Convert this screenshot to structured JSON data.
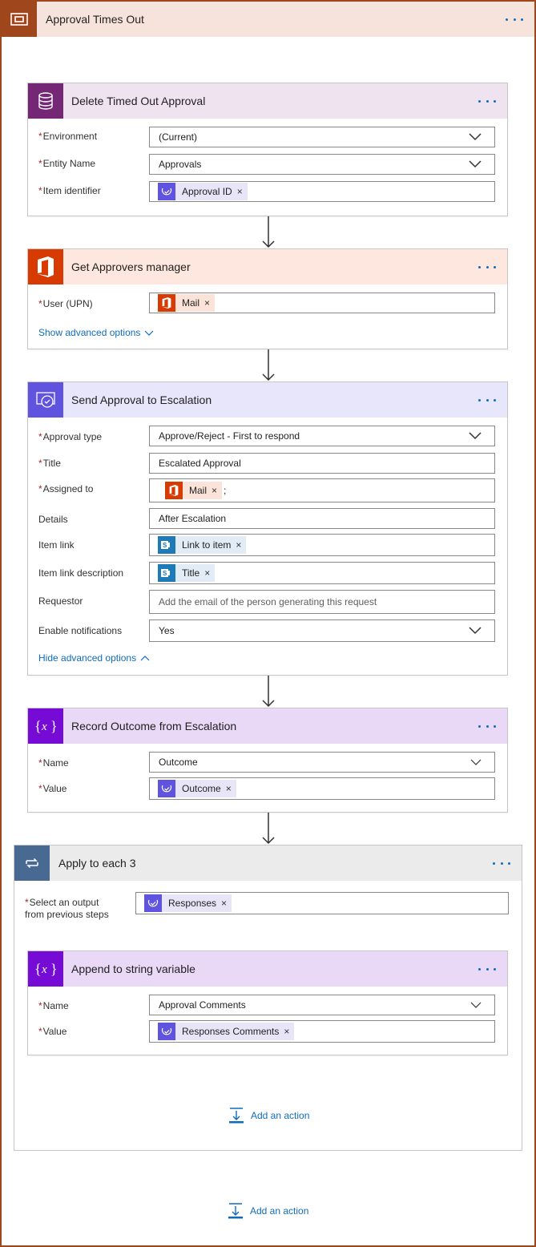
{
  "scope": {
    "title": "Approval Times Out"
  },
  "delete_card": {
    "title": "Delete Timed Out Approval",
    "fields": [
      {
        "label": "Environment",
        "required": "*",
        "value": "(Current)"
      },
      {
        "label": "Entity Name",
        "required": "*",
        "value": "Approvals"
      },
      {
        "label": "Item identifier",
        "required": "*",
        "token": "Approval ID"
      }
    ]
  },
  "manager_card": {
    "title": "Get Approvers manager",
    "fields": [
      {
        "label": "User (UPN)",
        "required": "*",
        "token": "Mail"
      }
    ],
    "advanced_link": "Show advanced options"
  },
  "approval_card": {
    "title": "Send Approval to Escalation",
    "fields": [
      {
        "label": "Approval type",
        "required": "*",
        "value": "Approve/Reject - First to respond"
      },
      {
        "label": "Title",
        "required": "*",
        "value": "Escalated Approval"
      },
      {
        "label": "Assigned to",
        "required": "*",
        "token": "Mail",
        "suffix": ";"
      },
      {
        "label": "Details",
        "value": "After Escalation"
      },
      {
        "label": "Item link",
        "token": "Link to item"
      },
      {
        "label": "Item link description",
        "token": "Title"
      },
      {
        "label": "Requestor",
        "placeholder": "Add the email of the person generating this request"
      },
      {
        "label": "Enable notifications",
        "value": "Yes"
      }
    ],
    "advanced_link": "Hide advanced options"
  },
  "record_card": {
    "title": "Record Outcome from Escalation",
    "fields": [
      {
        "label": "Name",
        "required": "*",
        "value": "Outcome"
      },
      {
        "label": "Value",
        "required": "*",
        "token": "Outcome"
      }
    ]
  },
  "apply_each": {
    "title": "Apply to each 3",
    "select_label_1": "Select an output",
    "select_label_2": "from previous steps",
    "required": "*",
    "token": "Responses",
    "add_action": "Add an action"
  },
  "append_card": {
    "title": "Append to string variable",
    "fields": [
      {
        "label": "Name",
        "required": "*",
        "value": "Approval Comments"
      },
      {
        "label": "Value",
        "required": "*",
        "token": "Responses Comments"
      }
    ]
  },
  "bottom_add_action": "Add an action",
  "token_remove_glyph": "×",
  "colors": {
    "scope_accent": "#a0461c",
    "dataverse": "#742774",
    "office": "#d83b01",
    "approvals": "#5f53df",
    "variable": "#770bd6",
    "sharepoint": "#036c70",
    "link": "#0f6cbd"
  }
}
